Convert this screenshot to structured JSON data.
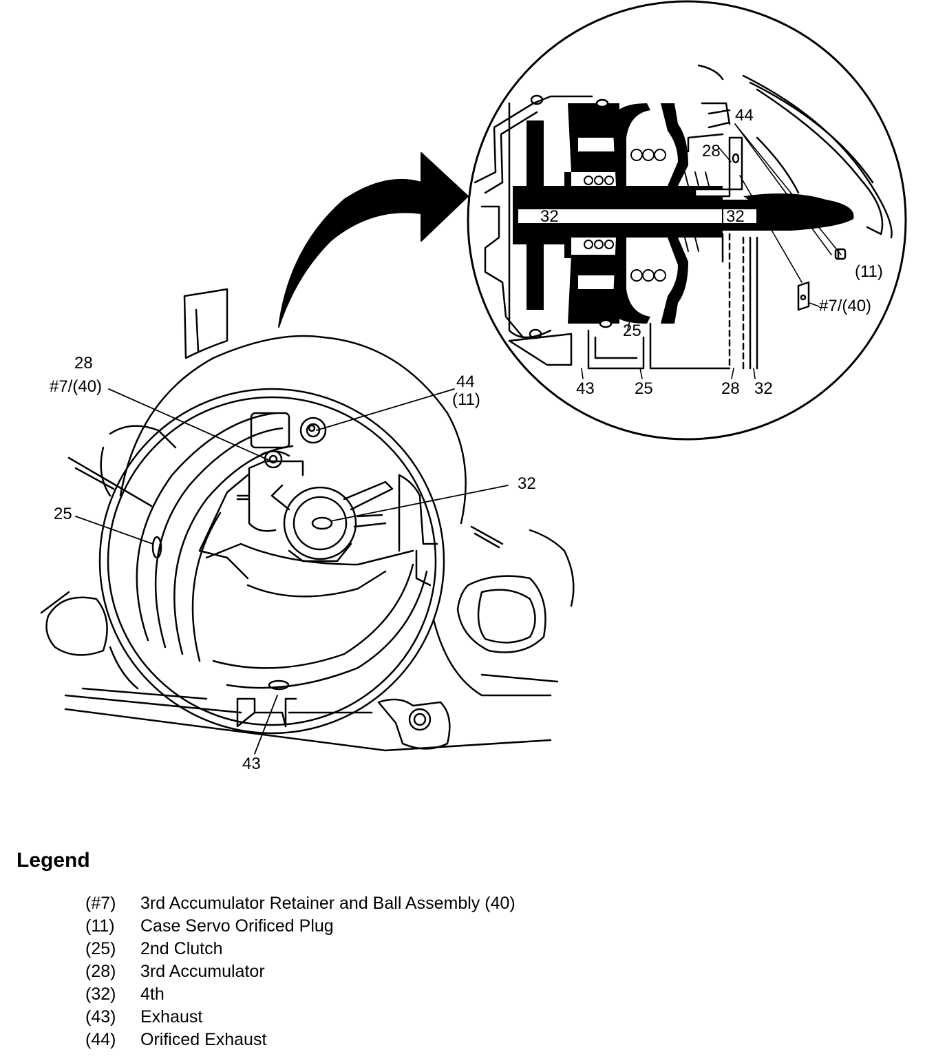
{
  "callouts": {
    "overview": {
      "c28": "28",
      "c7_40": "#7/(40)",
      "c44": "44",
      "c11": "(11)",
      "c32": "32",
      "c25": "25",
      "c43": "43"
    },
    "detail": {
      "c44": "44",
      "c28": "28",
      "c32_left": "32",
      "c32_right": "32",
      "c11": "(11)",
      "c7_40": "#7/(40)",
      "c25_inner": "25",
      "c43": "43",
      "c25": "25",
      "c28_bottom": "28",
      "c32_bottom": "32"
    }
  },
  "legend": {
    "title": "Legend",
    "items": [
      {
        "code": "(#7)",
        "label": "3rd Accumulator Retainer and Ball Assembly (40)"
      },
      {
        "code": "(11)",
        "label": "Case Servo Orificed Plug"
      },
      {
        "code": "(25)",
        "label": "2nd Clutch"
      },
      {
        "code": "(28)",
        "label": "3rd Accumulator"
      },
      {
        "code": "(32)",
        "label": "4th"
      },
      {
        "code": "(43)",
        "label": "Exhaust"
      },
      {
        "code": "(44)",
        "label": "Orificed Exhaust"
      }
    ]
  }
}
